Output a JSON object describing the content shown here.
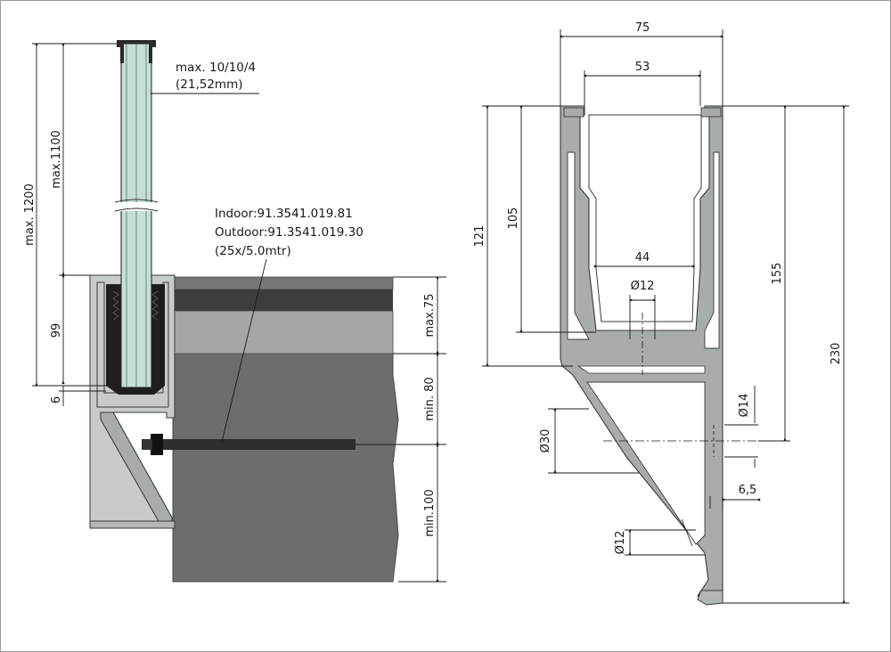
{
  "colors": {
    "background": "#ffffff",
    "profile": "#a9acad",
    "glass": "#c6dfd9",
    "rubber": "#1e1e1e",
    "floor_top": "#6e6e6e",
    "floor_dark": "#3e3e3e",
    "floor_light": "#a3a3a3",
    "concrete": "#6d6d6d"
  },
  "left_view": {
    "max_height": "max. 1200",
    "glass_height": "max.1100",
    "profile_height": "99",
    "base_gap": "6",
    "glass_note_line1": "max. 10/10/4",
    "glass_note_line2": "(21,52mm)",
    "anchor_line1": "Indoor:91.3541.019.81",
    "anchor_line2": "Outdoor:91.3541.019.30",
    "anchor_line3": "(25x/5.0mtr)",
    "floor_max": "max.75",
    "edge_min": "min. 80",
    "depth_min": "min.100"
  },
  "right_view": {
    "width_outer": "75",
    "width_inner": "53",
    "channel_bottom": "44",
    "bore_top": "Ø12",
    "depth_105": "105",
    "depth_121": "121",
    "height_155": "155",
    "height_230": "230",
    "bolt_hole": "Ø14",
    "washer": "Ø30",
    "wall": "6,5",
    "bore_bottom": "Ø12"
  }
}
